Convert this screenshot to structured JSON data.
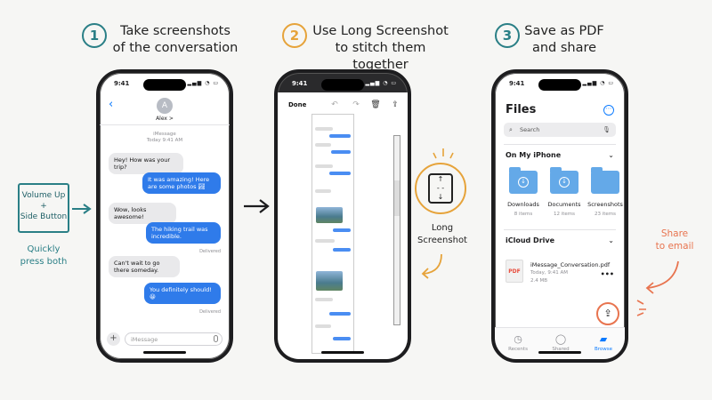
{
  "steps": [
    {
      "number": "1",
      "line1": "Take screenshots",
      "line2": "of the conversation",
      "color": "#2a7f86"
    },
    {
      "number": "2",
      "line1": "Use Long Screenshot",
      "line2": "to stitch them together",
      "color": "#e6a33a"
    },
    {
      "number": "3",
      "line1": "Save as PDF",
      "line2": "and share",
      "color": "#2a7f86"
    }
  ],
  "callouts": {
    "buttons_line1": "Volume Up",
    "buttons_plus": "+",
    "buttons_line2": "Side Button",
    "press_line1": "Quickly",
    "press_line2": "press both",
    "long_line1": "Long",
    "long_line2": "Screenshot",
    "share_line1": "Share",
    "share_line2": "to email"
  },
  "status_time": "9:41",
  "messages_app": {
    "contact_initial": "A",
    "contact_name": "Alex >",
    "service": "iMessage",
    "timestamp": "Today 9:41 AM",
    "bubbles": [
      {
        "text": "Hey! How was your trip?",
        "dir": "in"
      },
      {
        "text": "It was amazing! Here are some photos 🏞",
        "dir": "out"
      },
      {
        "text": "Wow, looks awesome!",
        "dir": "in"
      },
      {
        "text": "The hiking trail was incredible.",
        "dir": "out"
      },
      {
        "text": "Can't wait to go there someday.",
        "dir": "in"
      },
      {
        "text": "You definitely should! 😀",
        "dir": "out"
      }
    ],
    "delivered": "Delivered",
    "input_placeholder": "iMessage"
  },
  "long_screenshot": {
    "done_label": "Done"
  },
  "files_app": {
    "title": "Files",
    "search_placeholder": "Search",
    "section_on_iphone": "On My iPhone",
    "folders": [
      {
        "name": "Downloads",
        "count": "8 items",
        "icon": "download-icon"
      },
      {
        "name": "Documents",
        "count": "12 items",
        "icon": "download-icon"
      },
      {
        "name": "Screenshots",
        "count": "23 items",
        "icon": "folder-icon"
      }
    ],
    "section_icloud": "iCloud Drive",
    "file": {
      "type_label": "PDF",
      "name": "iMessage_Conversation.pdf",
      "date": "Today, 9:41 AM",
      "size": "2.4 MB"
    },
    "tabs": [
      {
        "label": "Recents",
        "icon": "clock-icon"
      },
      {
        "label": "Shared",
        "icon": "person-icon"
      },
      {
        "label": "Browse",
        "icon": "folder-icon",
        "active": true
      }
    ]
  }
}
